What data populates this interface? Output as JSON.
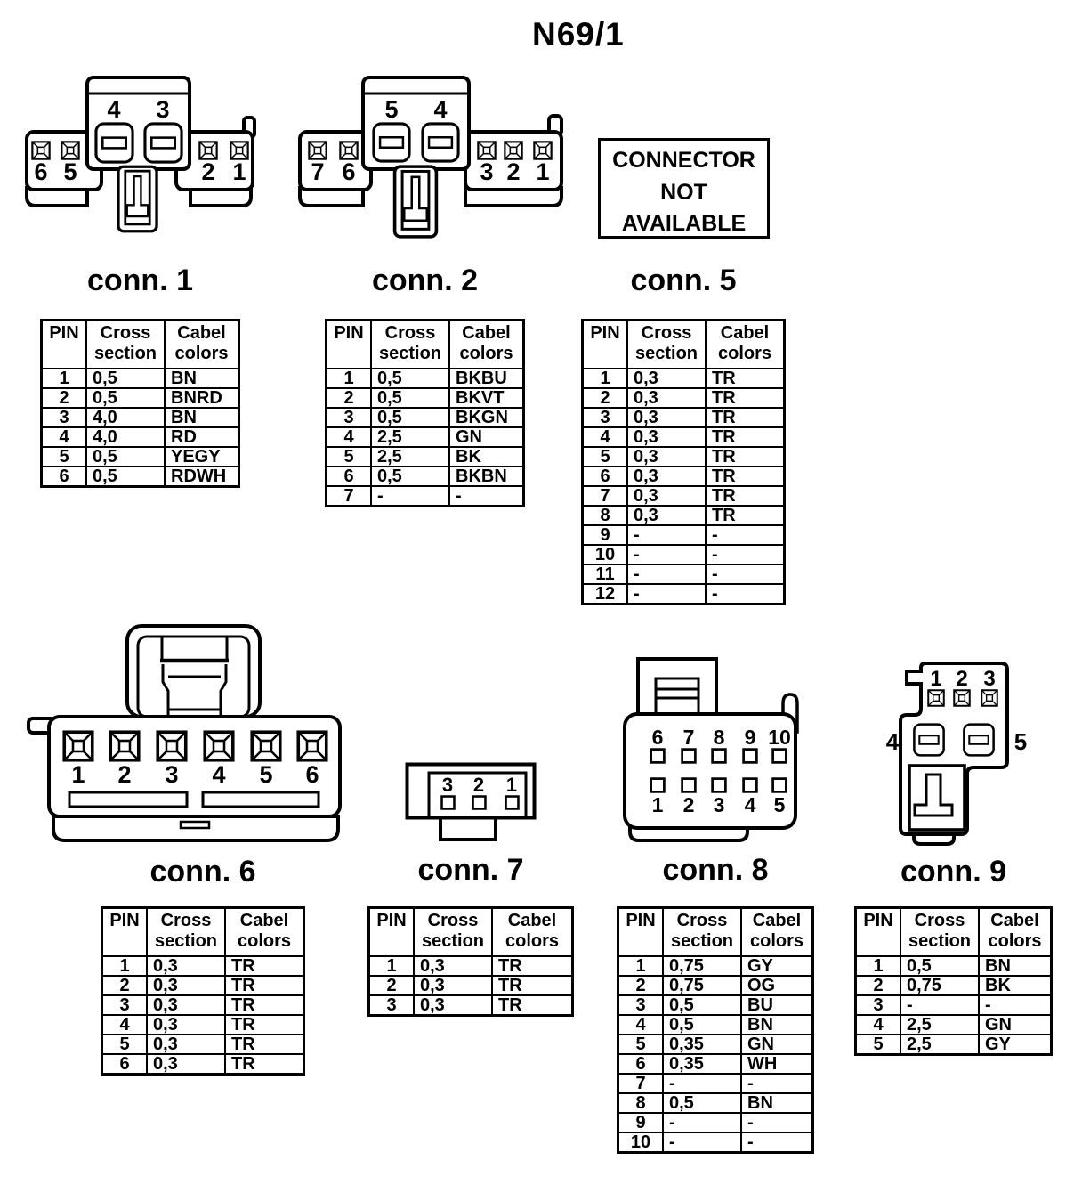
{
  "title": "N69/1",
  "table_header": {
    "pin": "PIN",
    "cross": "Cross section",
    "colors": "Cabel colors"
  },
  "not_available": {
    "lines": [
      "CONNECTOR",
      "NOT",
      "AVAILABLE"
    ]
  },
  "connectors": {
    "c1": {
      "label": "conn. 1",
      "pins_left": [
        "6",
        "5"
      ],
      "pins_center": [
        "4",
        "3"
      ],
      "pins_right": [
        "2",
        "1"
      ],
      "rows": [
        [
          "1",
          "0,5",
          "BN"
        ],
        [
          "2",
          "0,5",
          "BNRD"
        ],
        [
          "3",
          "4,0",
          "BN"
        ],
        [
          "4",
          "4,0",
          "RD"
        ],
        [
          "5",
          "0,5",
          "YEGY"
        ],
        [
          "6",
          "0,5",
          "RDWH"
        ]
      ]
    },
    "c2": {
      "label": "conn. 2",
      "pins_left": [
        "7",
        "6"
      ],
      "pins_center": [
        "5",
        "4"
      ],
      "pins_right": [
        "3",
        "2",
        "1"
      ],
      "rows": [
        [
          "1",
          "0,5",
          "BKBU"
        ],
        [
          "2",
          "0,5",
          "BKVT"
        ],
        [
          "3",
          "0,5",
          "BKGN"
        ],
        [
          "4",
          "2,5",
          "GN"
        ],
        [
          "5",
          "2,5",
          "BK"
        ],
        [
          "6",
          "0,5",
          "BKBN"
        ],
        [
          "7",
          "-",
          "-"
        ]
      ]
    },
    "c5": {
      "label": "conn. 5",
      "rows": [
        [
          "1",
          "0,3",
          "TR"
        ],
        [
          "2",
          "0,3",
          "TR"
        ],
        [
          "3",
          "0,3",
          "TR"
        ],
        [
          "4",
          "0,3",
          "TR"
        ],
        [
          "5",
          "0,3",
          "TR"
        ],
        [
          "6",
          "0,3",
          "TR"
        ],
        [
          "7",
          "0,3",
          "TR"
        ],
        [
          "8",
          "0,3",
          "TR"
        ],
        [
          "9",
          "-",
          "-"
        ],
        [
          "10",
          "-",
          "-"
        ],
        [
          "11",
          "-",
          "-"
        ],
        [
          "12",
          "-",
          "-"
        ]
      ]
    },
    "c6": {
      "label": "conn. 6",
      "pins": [
        "1",
        "2",
        "3",
        "4",
        "5",
        "6"
      ],
      "rows": [
        [
          "1",
          "0,3",
          "TR"
        ],
        [
          "2",
          "0,3",
          "TR"
        ],
        [
          "3",
          "0,3",
          "TR"
        ],
        [
          "4",
          "0,3",
          "TR"
        ],
        [
          "5",
          "0,3",
          "TR"
        ],
        [
          "6",
          "0,3",
          "TR"
        ]
      ]
    },
    "c7": {
      "label": "conn. 7",
      "pins": [
        "3",
        "2",
        "1"
      ],
      "rows": [
        [
          "1",
          "0,3",
          "TR"
        ],
        [
          "2",
          "0,3",
          "TR"
        ],
        [
          "3",
          "0,3",
          "TR"
        ]
      ]
    },
    "c8": {
      "label": "conn. 8",
      "pins_top": [
        "6",
        "7",
        "8",
        "9",
        "10"
      ],
      "pins_bottom": [
        "1",
        "2",
        "3",
        "4",
        "5"
      ],
      "rows": [
        [
          "1",
          "0,75",
          "GY"
        ],
        [
          "2",
          "0,75",
          "OG"
        ],
        [
          "3",
          "0,5",
          "BU"
        ],
        [
          "4",
          "0,5",
          "BN"
        ],
        [
          "5",
          "0,35",
          "GN"
        ],
        [
          "6",
          "0,35",
          "WH"
        ],
        [
          "7",
          "-",
          "-"
        ],
        [
          "8",
          "0,5",
          "BN"
        ],
        [
          "9",
          "-",
          "-"
        ],
        [
          "10",
          "-",
          "-"
        ]
      ]
    },
    "c9": {
      "label": "conn. 9",
      "pins_top": [
        "1",
        "2",
        "3"
      ],
      "pin_left": "4",
      "pin_right": "5",
      "rows": [
        [
          "1",
          "0,5",
          "BN"
        ],
        [
          "2",
          "0,75",
          "BK"
        ],
        [
          "3",
          "-",
          "-"
        ],
        [
          "4",
          "2,5",
          "GN"
        ],
        [
          "5",
          "2,5",
          "GY"
        ]
      ]
    }
  }
}
